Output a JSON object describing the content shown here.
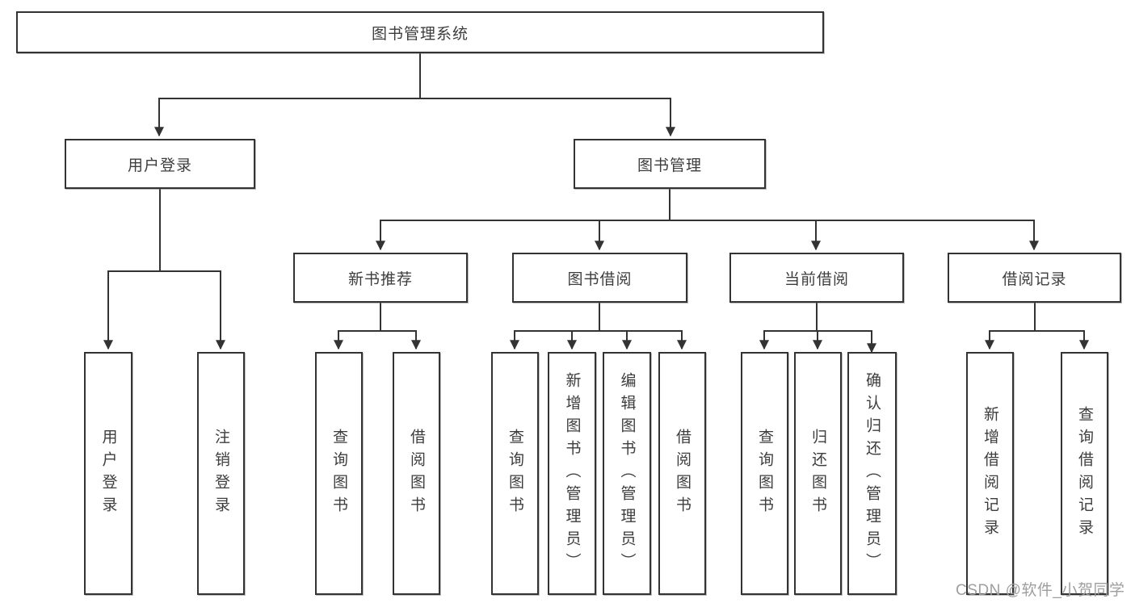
{
  "diagram": {
    "root": {
      "label": "图书管理系统"
    },
    "branches": {
      "user_login": {
        "label": "用户登录"
      },
      "book_management": {
        "label": "图书管理"
      }
    },
    "modules": [
      {
        "label": "新书推荐"
      },
      {
        "label": "图书借阅"
      },
      {
        "label": "当前借阅"
      },
      {
        "label": "借阅记录"
      }
    ],
    "functions": [
      {
        "label": "用户登录",
        "parent": "用户登录"
      },
      {
        "label": "注销登录",
        "parent": "用户登录"
      },
      {
        "label": "查询图书",
        "parent": "新书推荐"
      },
      {
        "label": "借阅图书",
        "parent": "新书推荐"
      },
      {
        "label": "查询图书",
        "parent": "图书借阅"
      },
      {
        "label": "新增图书（管理员）",
        "parent": "图书借阅"
      },
      {
        "label": "编辑图书（管理员）",
        "parent": "图书借阅"
      },
      {
        "label": "借阅图书",
        "parent": "图书借阅"
      },
      {
        "label": "查询图书",
        "parent": "当前借阅"
      },
      {
        "label": "归还图书",
        "parent": "当前借阅"
      },
      {
        "label": "确认归还（管理员）",
        "parent": "当前借阅"
      },
      {
        "label": "新增借阅记录",
        "parent": "借阅记录"
      },
      {
        "label": "查询借阅记录",
        "parent": "借阅记录"
      }
    ]
  },
  "watermark": {
    "label": "CSDN @软件_小贺同学"
  },
  "colors": {
    "line": "#333333",
    "border": "#333333",
    "text": "#3d3d3d",
    "watermark": "#9e9e9e",
    "background": "#ffffff"
  }
}
